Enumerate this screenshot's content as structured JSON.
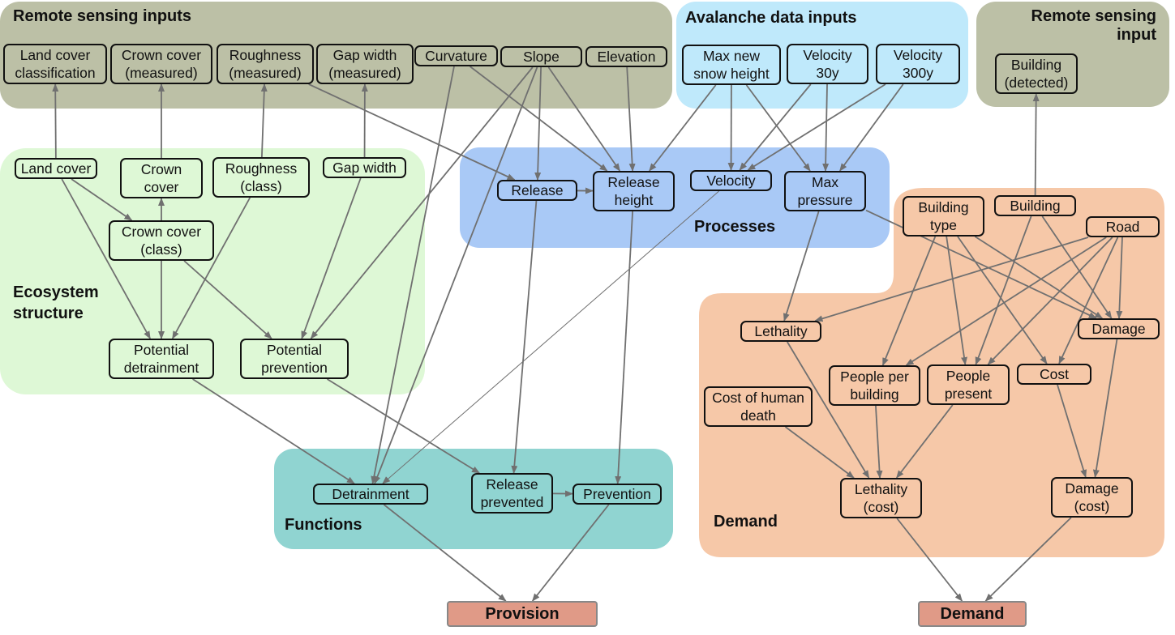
{
  "regions": {
    "rs_left": {
      "title": "Remote sensing inputs",
      "color": "#bcc0a6"
    },
    "avalanche": {
      "title": "Avalanche data inputs",
      "color": "#bfe9fb"
    },
    "rs_right": {
      "title": "Remote sensing\ninput",
      "color": "#bcc0a6"
    },
    "ecosystem": {
      "title": "Ecosystem\nstructure",
      "color": "#def8d6"
    },
    "processes": {
      "title": "Processes",
      "color": "#a9c9f6"
    },
    "functions": {
      "title": "Functions",
      "color": "#90d4d1"
    },
    "demand": {
      "title": "Demand",
      "color": "#f6c8a8"
    }
  },
  "nodes": {
    "land_cover_classification": "Land cover\nclassification",
    "crown_cover_measured": "Crown cover\n(measured)",
    "roughness_measured": "Roughness\n(measured)",
    "gap_width_measured": "Gap width\n(measured)",
    "curvature": "Curvature",
    "slope": "Slope",
    "elevation": "Elevation",
    "max_new_snow_height": "Max new\nsnow height",
    "velocity_30y": "Velocity\n30y",
    "velocity_300y": "Velocity\n300y",
    "building_detected": "Building\n(detected)",
    "land_cover": "Land cover",
    "crown_cover": "Crown\ncover",
    "roughness_class": "Roughness\n(class)",
    "gap_width": "Gap width",
    "crown_cover_class": "Crown cover\n(class)",
    "potential_detrainment": "Potential\ndetrainment",
    "potential_prevention": "Potential\nprevention",
    "release": "Release",
    "release_height": "Release\nheight",
    "velocity": "Velocity",
    "max_pressure": "Max\npressure",
    "building_type": "Building\ntype",
    "building": "Building",
    "road": "Road",
    "lethality": "Lethality",
    "damage": "Damage",
    "people_per_building": "People per\nbuilding",
    "people_present": "People\npresent",
    "cost": "Cost",
    "cost_of_human_death": "Cost of human\ndeath",
    "lethality_cost": "Lethality\n(cost)",
    "damage_cost": "Damage\n(cost)",
    "detrainment": "Detrainment",
    "release_prevented": "Release\nprevented",
    "prevention": "Prevention"
  },
  "outputs": {
    "provision": "Provision",
    "demand": "Demand"
  },
  "edge_color": "#707070",
  "edges": [
    [
      "land_cover",
      "land_cover_classification"
    ],
    [
      "crown_cover",
      "crown_cover_measured"
    ],
    [
      "roughness_class",
      "roughness_measured"
    ],
    [
      "gap_width",
      "gap_width_measured"
    ],
    [
      "building",
      "building_detected"
    ],
    [
      "crown_cover_class",
      "crown_cover"
    ],
    [
      "land_cover",
      "potential_detrainment"
    ],
    [
      "land_cover",
      "crown_cover_class"
    ],
    [
      "crown_cover_class",
      "potential_detrainment"
    ],
    [
      "crown_cover_class",
      "potential_prevention"
    ],
    [
      "roughness_class",
      "potential_detrainment"
    ],
    [
      "gap_width",
      "potential_prevention"
    ],
    [
      "slope",
      "potential_prevention"
    ],
    [
      "roughness_measured",
      "release"
    ],
    [
      "curvature",
      "release_height"
    ],
    [
      "curvature",
      "detrainment"
    ],
    [
      "slope",
      "release"
    ],
    [
      "slope",
      "release_height"
    ],
    [
      "slope",
      "detrainment"
    ],
    [
      "elevation",
      "release_height"
    ],
    [
      "max_new_snow_height",
      "release_height"
    ],
    [
      "max_new_snow_height",
      "velocity"
    ],
    [
      "max_new_snow_height",
      "max_pressure"
    ],
    [
      "velocity_30y",
      "velocity"
    ],
    [
      "velocity_30y",
      "max_pressure"
    ],
    [
      "velocity_300y",
      "velocity"
    ],
    [
      "velocity_300y",
      "max_pressure"
    ],
    [
      "release",
      "release_height"
    ],
    [
      "release",
      "release_prevented"
    ],
    [
      "release_height",
      "prevention"
    ],
    [
      "velocity",
      "detrainment"
    ],
    [
      "max_pressure",
      "lethality"
    ],
    [
      "max_pressure",
      "damage"
    ],
    [
      "potential_detrainment",
      "detrainment"
    ],
    [
      "potential_prevention",
      "release_prevented"
    ],
    [
      "release_prevented",
      "prevention"
    ],
    [
      "detrainment",
      "provision"
    ],
    [
      "prevention",
      "provision"
    ],
    [
      "building_type",
      "people_per_building"
    ],
    [
      "building_type",
      "people_present"
    ],
    [
      "building_type",
      "cost"
    ],
    [
      "building_type",
      "damage"
    ],
    [
      "building",
      "people_present"
    ],
    [
      "building",
      "damage"
    ],
    [
      "road",
      "lethality"
    ],
    [
      "road",
      "people_per_building"
    ],
    [
      "road",
      "people_present"
    ],
    [
      "road",
      "cost"
    ],
    [
      "road",
      "damage"
    ],
    [
      "lethality",
      "lethality_cost"
    ],
    [
      "people_per_building",
      "lethality_cost"
    ],
    [
      "people_present",
      "lethality_cost"
    ],
    [
      "cost_of_human_death",
      "lethality_cost"
    ],
    [
      "cost",
      "damage_cost"
    ],
    [
      "damage",
      "damage_cost"
    ],
    [
      "lethality_cost",
      "demand"
    ],
    [
      "damage_cost",
      "demand"
    ]
  ]
}
